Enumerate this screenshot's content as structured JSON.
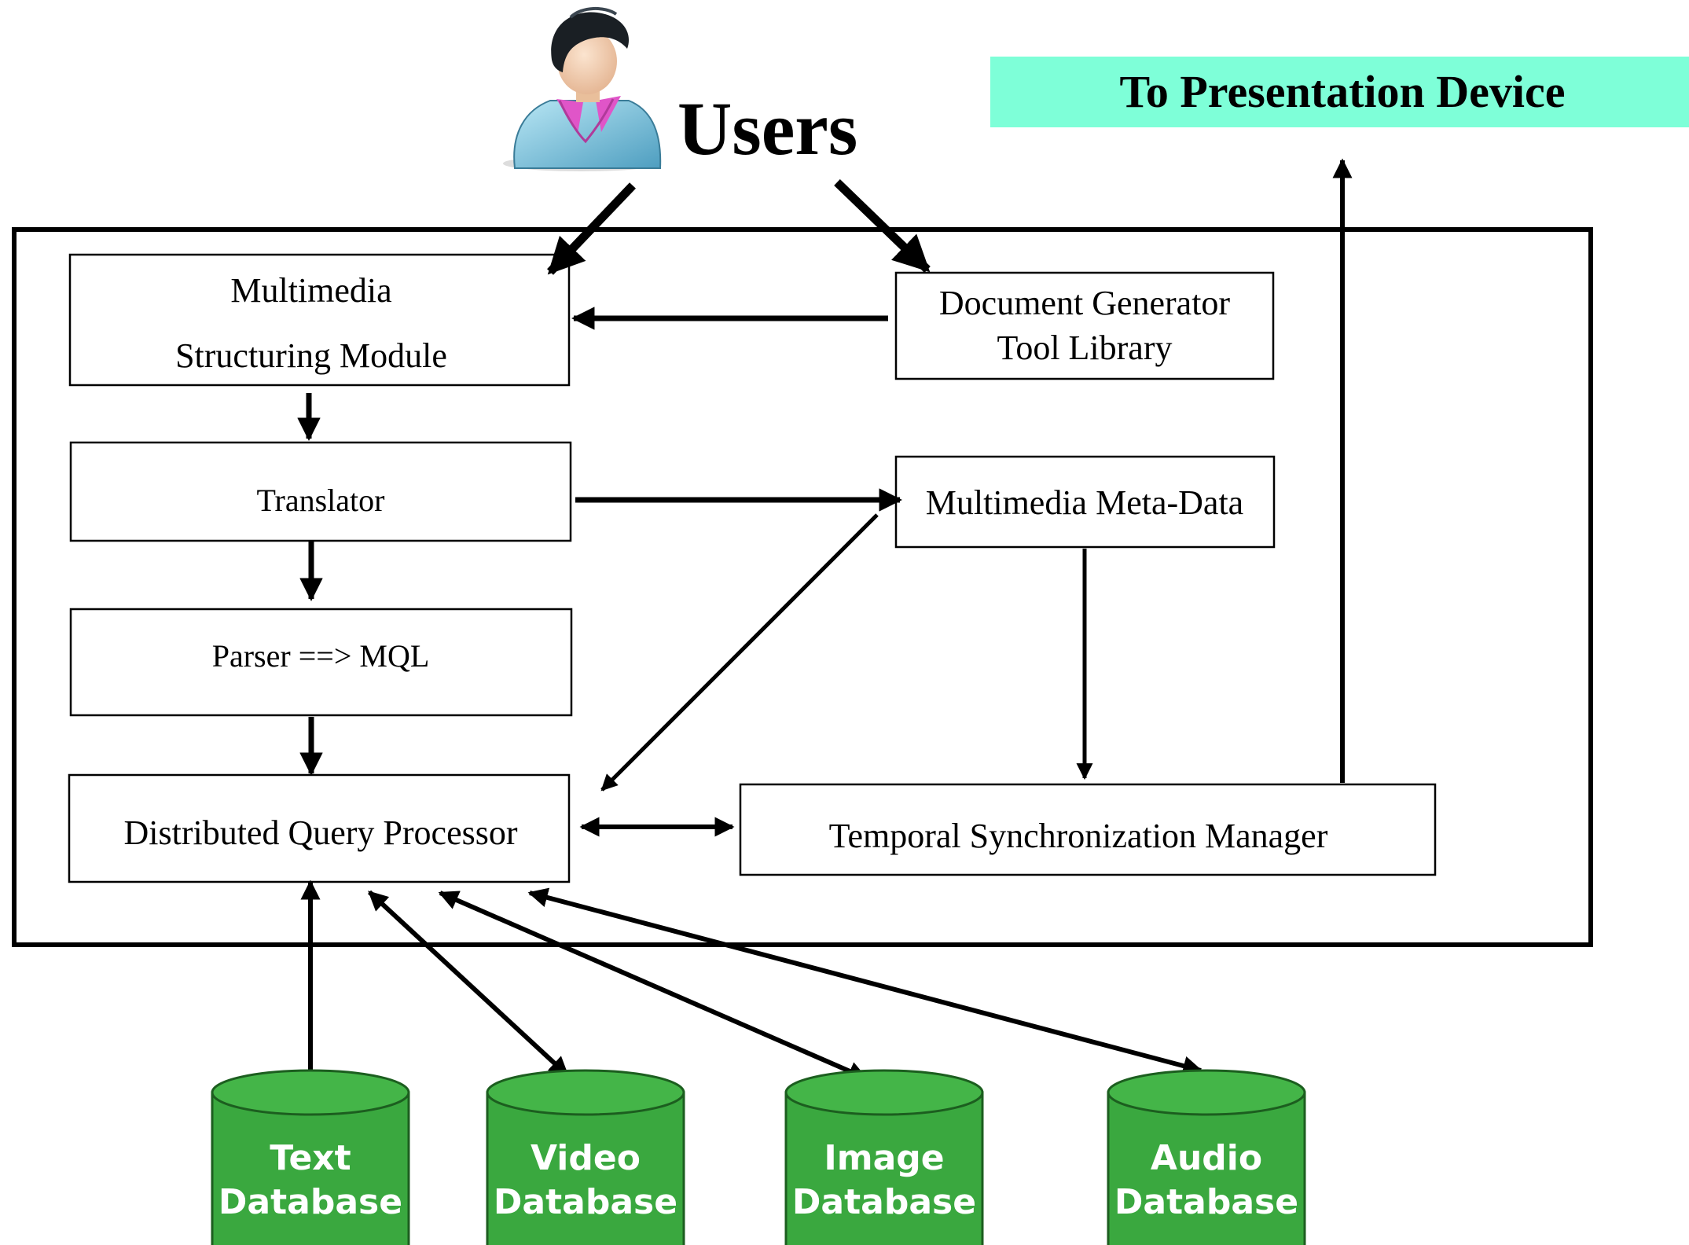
{
  "users": {
    "label": "Users",
    "icon": "user-avatar-icon"
  },
  "presentation": {
    "label": "To Presentation Device",
    "color": "#7effd8"
  },
  "modules": {
    "structuring": {
      "line1": "Multimedia",
      "line2": "Structuring Module"
    },
    "doc_generator": {
      "line1": "Document Generator",
      "line2": "Tool Library"
    },
    "translator": {
      "label": "Translator"
    },
    "metadata": {
      "label": "Multimedia Meta-Data"
    },
    "parser": {
      "label": "Parser ==> MQL"
    },
    "query_processor": {
      "label": "Distributed Query Processor"
    },
    "sync_manager": {
      "label": "Temporal Synchronization Manager"
    }
  },
  "databases": [
    {
      "line1": "Text",
      "line2": "Database"
    },
    {
      "line1": "Video",
      "line2": "Database"
    },
    {
      "line1": "Image",
      "line2": "Database"
    },
    {
      "line1": "Audio",
      "line2": "Database"
    }
  ],
  "colors": {
    "database_fill": "#3aa83f",
    "database_top": "#44b548",
    "database_stroke": "#1c5e1f",
    "avatar_shirt": "#7ec8e0",
    "avatar_collar": "#e055c8",
    "avatar_hair": "#1a1f24",
    "avatar_skin": "#f4d3b4"
  }
}
